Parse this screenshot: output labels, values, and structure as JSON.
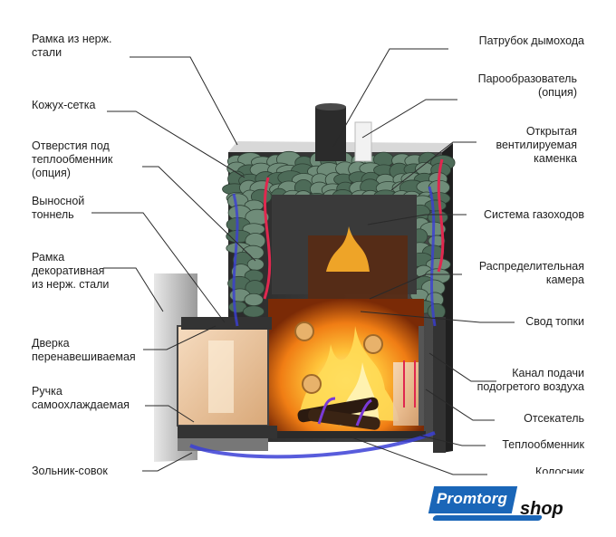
{
  "labels": {
    "frame_stainless": "Рамка из нерж.\nстали",
    "mesh_casing": "Кожух-сетка",
    "heat_exchanger_holes": "Отверстия под\n теплообменник\n(опция)",
    "remote_tunnel": "Выносной\nтоннель",
    "decor_frame": "Рамка\nдекоративная\nиз нерж. стали",
    "door": "Дверка\nперенавешиваемая",
    "handle": "Ручка\nсамоохлаждаемая",
    "ash_pan": "Зольник-совок",
    "chimney_pipe": "Патрубок дымохода",
    "steam_generator": "Парообразователь\n(опция)",
    "open_heater": "Открытая\nвентилируемая\nкаменка",
    "flue_system": "Система газоходов",
    "distribution_chamber": "Распределительная\nкамера",
    "firebox_vault": "Свод  топки",
    "preheated_air_channel": "Канал подачи\nподогретого воздуха",
    "cutoff": "Отсекатель",
    "heat_exchanger": "Теплообменник",
    "grate": "Колосник"
  },
  "logo": {
    "part1": "Promtorg",
    "part2": "shop"
  },
  "colors": {
    "flame": "#f7931e",
    "flame_core": "#ffd24a",
    "air_flow": "#3b3fd6",
    "hot_flow": "#e0284f",
    "stones": "#4d6b58",
    "steel": "#c8c8c8",
    "brand": "#1a66b8"
  }
}
